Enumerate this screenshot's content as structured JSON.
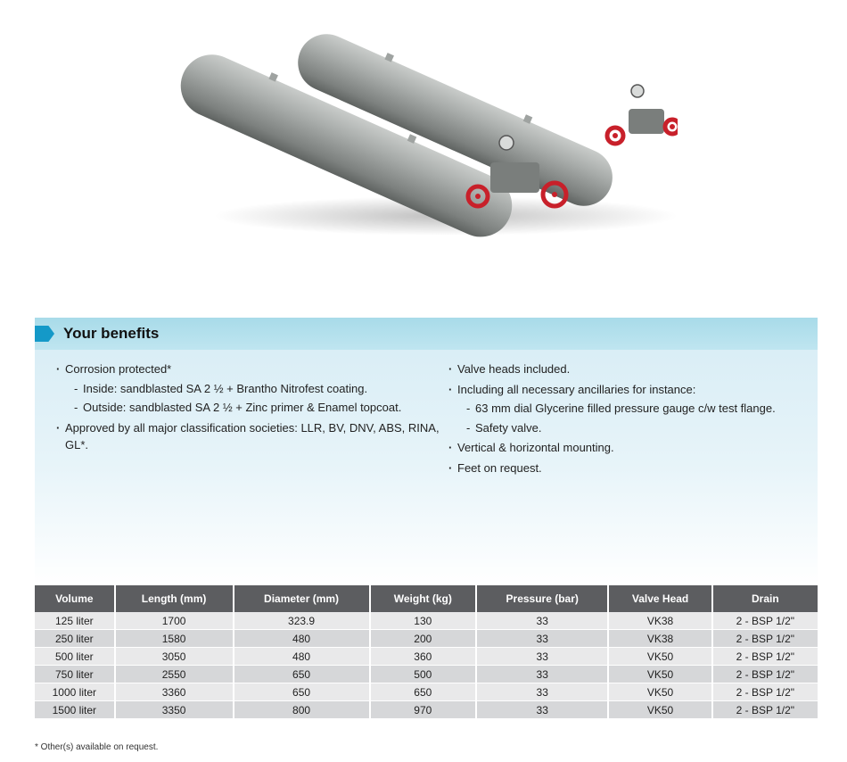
{
  "benefits": {
    "title": "Your benefits",
    "left": [
      {
        "text": "Corrosion protected*",
        "sub": [
          "Inside: sandblasted SA 2 ½ + Brantho Nitrofest coating.",
          "Outside: sandblasted SA 2 ½ + Zinc primer & Enamel topcoat."
        ]
      },
      {
        "text": "Approved by all major classification societies: LLR, BV, DNV, ABS, RINA, GL*.",
        "sub": []
      }
    ],
    "right": [
      {
        "text": "Valve heads included.",
        "sub": []
      },
      {
        "text": "Including all necessary ancillaries for instance:",
        "sub": [
          "63 mm dial Glycerine filled pressure gauge c/w test flange.",
          "Safety valve."
        ]
      },
      {
        "text": "Vertical & horizontal mounting.",
        "sub": []
      },
      {
        "text": "Feet on request.",
        "sub": []
      }
    ]
  },
  "table": {
    "headers": [
      "Volume",
      "Length (mm)",
      "Diameter (mm)",
      "Weight (kg)",
      "Pressure (bar)",
      "Valve Head",
      "Drain"
    ],
    "rows": [
      [
        "125 liter",
        "1700",
        "323.9",
        "130",
        "33",
        "VK38",
        "2 - BSP 1/2\""
      ],
      [
        "250 liter",
        "1580",
        "480",
        "200",
        "33",
        "VK38",
        "2 - BSP 1/2\""
      ],
      [
        "500 liter",
        "3050",
        "480",
        "360",
        "33",
        "VK50",
        "2 - BSP 1/2\""
      ],
      [
        "750 liter",
        "2550",
        "650",
        "500",
        "33",
        "VK50",
        "2 - BSP 1/2\""
      ],
      [
        "1000 liter",
        "3360",
        "650",
        "650",
        "33",
        "VK50",
        "2 - BSP 1/2\""
      ],
      [
        "1500 liter",
        "3350",
        "800",
        "970",
        "33",
        "VK50",
        "2 - BSP 1/2\""
      ]
    ]
  },
  "footnote": "* Other(s) available on request.",
  "colors": {
    "header_band": "#a8dbe9",
    "accent": "#1499c8",
    "table_header": "#5c5d60",
    "valve_red": "#c8202a"
  },
  "image": {
    "icon": "air-receiver-cylinders-image"
  }
}
